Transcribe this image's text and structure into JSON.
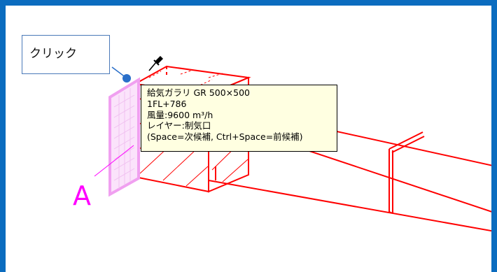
{
  "callout": {
    "label": "クリック"
  },
  "tooltip": {
    "lines": [
      "給気ガラリ GR 500×500",
      "1FL+786",
      "風量:9600 m³/h",
      "レイヤー:制気口",
      "(Space=次候補, Ctrl+Space=前候補)"
    ]
  },
  "annotation": {
    "label": "A"
  },
  "icons": {
    "cursor": "eyedropper-icon"
  },
  "colors": {
    "frame": "#0b6cbf",
    "duct": "#ff0000",
    "selected_grille": "#f0a0f0",
    "annotation": "#ff00ff",
    "tooltip_bg": "#ffffe1",
    "callout_border": "#4a79b8",
    "callout_dot": "#2a6fc9"
  }
}
